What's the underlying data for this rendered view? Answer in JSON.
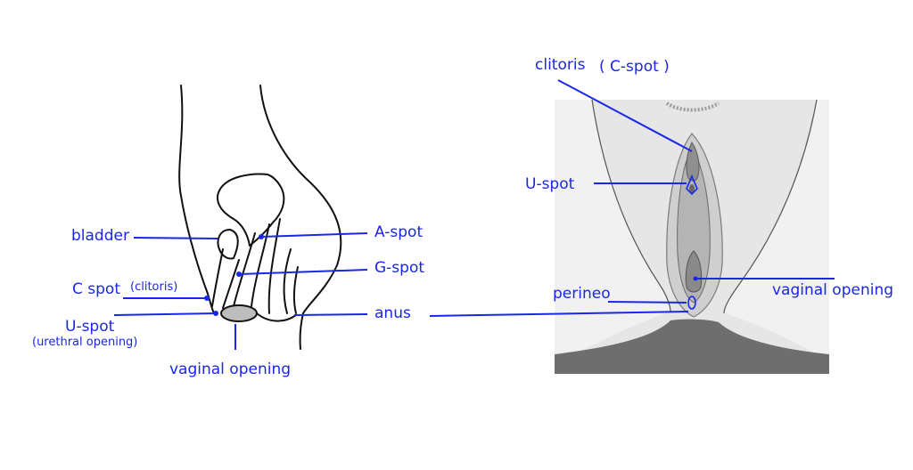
{
  "colors": {
    "label": "#1a27e8",
    "outline": "#111111",
    "skin_light": "#ededed",
    "skin_mid": "#cfcfcf",
    "skin_dark": "#6e6e6e",
    "background": "#ffffff"
  },
  "left_diagram": {
    "labels": {
      "bladder": "bladder",
      "c_spot": "C spot",
      "c_spot_note": "(clitoris)",
      "u_spot": "U-spot",
      "u_spot_note": "(urethral opening)",
      "vaginal_opening": "vaginal opening",
      "a_spot": "A-spot",
      "g_spot": "G-spot",
      "anus": "anus"
    }
  },
  "right_diagram": {
    "labels": {
      "clitoris": "clitoris",
      "c_spot": "( C-spot )",
      "u_spot": "U-spot",
      "perineo": "perineo",
      "vaginal_opening": "vaginal opening"
    }
  }
}
